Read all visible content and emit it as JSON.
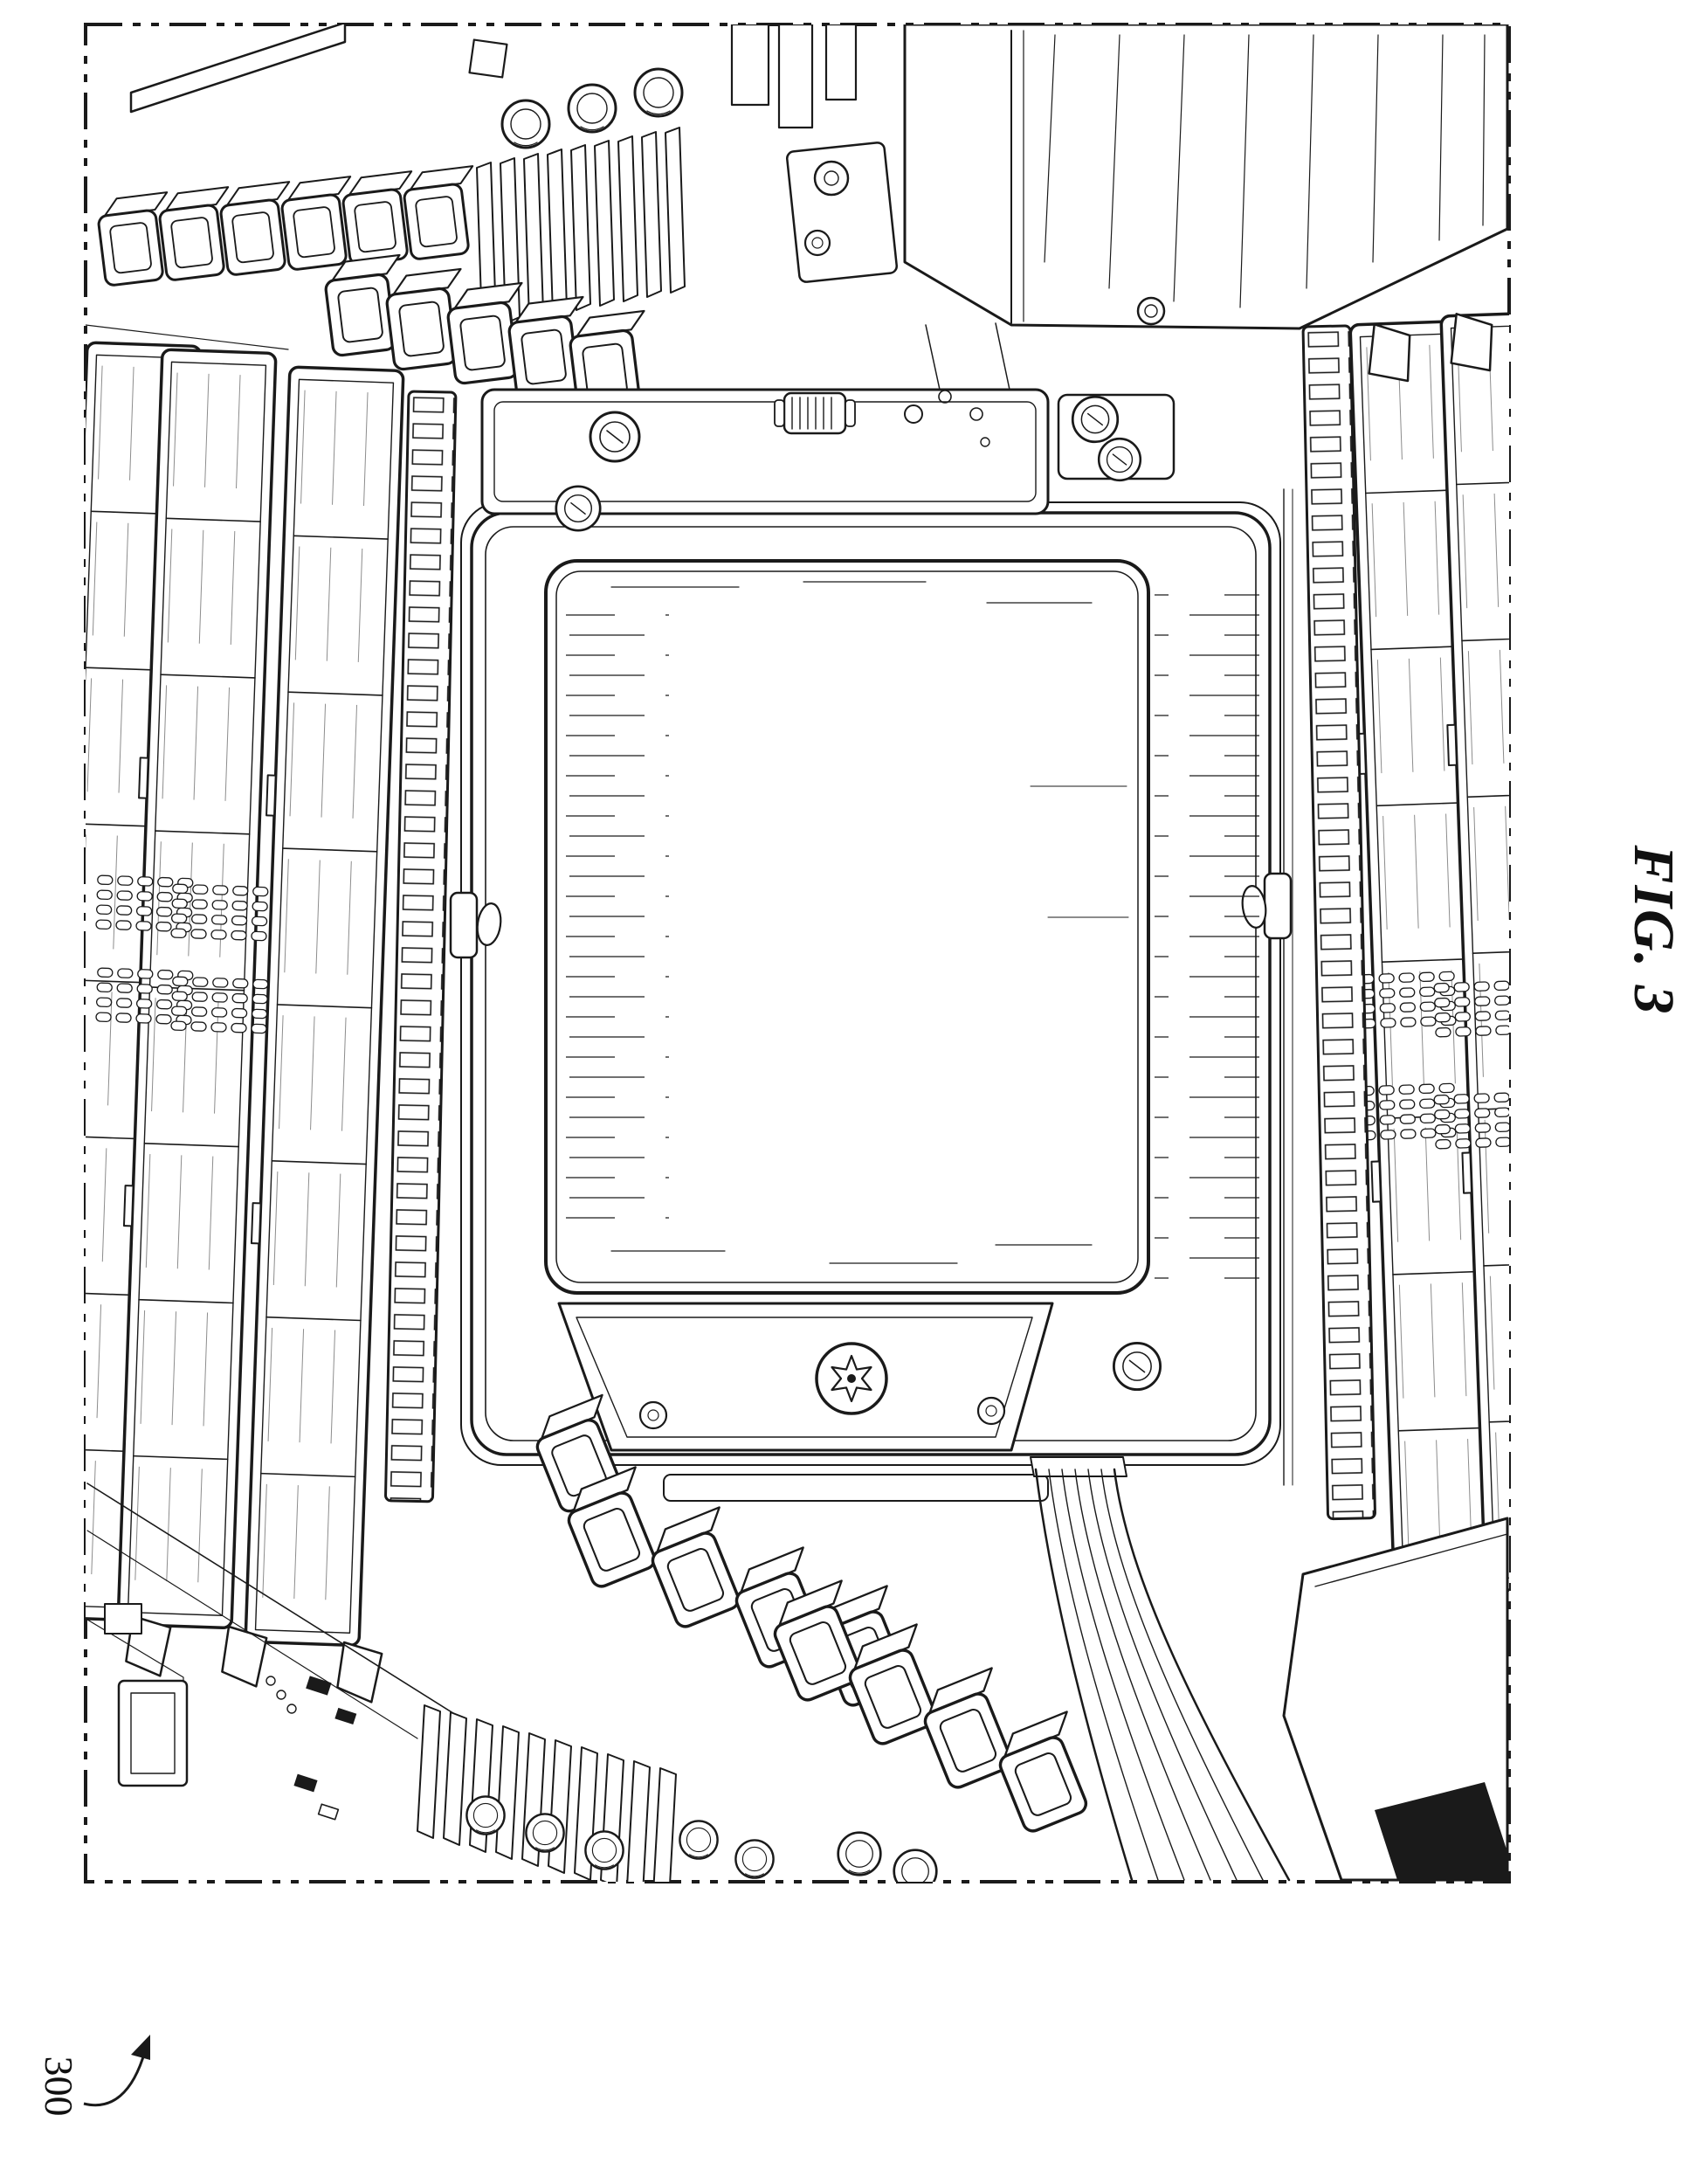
{
  "figure": {
    "label": "FIG. 3",
    "reference_numeral": "300"
  },
  "style": {
    "ink_color": "#1a1a1a",
    "background_color": "#ffffff",
    "boundary_line": "dash-dot"
  }
}
